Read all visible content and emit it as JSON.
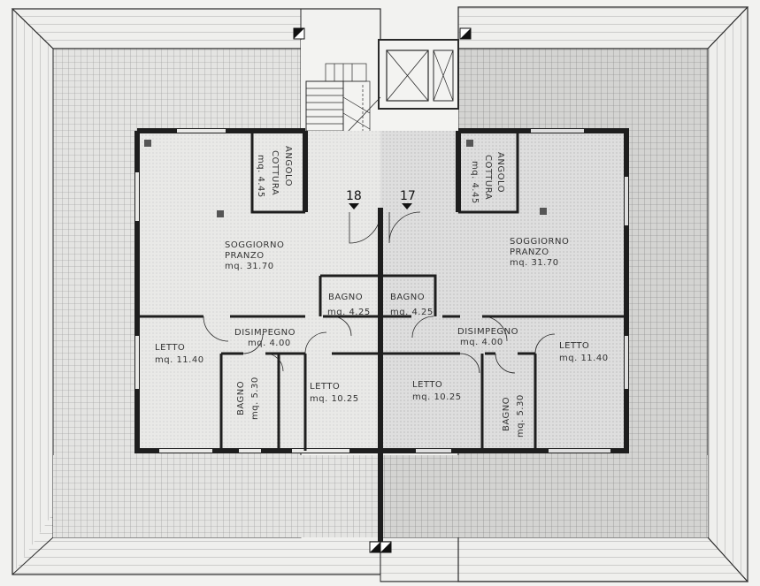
{
  "apartments": [
    {
      "number": "18"
    },
    {
      "number": "17"
    }
  ],
  "rooms": {
    "left": {
      "kitchen": {
        "name_line1": "ANGOLO",
        "name_line2": "COTTURA",
        "area": "mq. 4.45"
      },
      "living": {
        "name_line1": "SOGGIORNO",
        "name_line2": "PRANZO",
        "area": "mq. 31.70"
      },
      "bath1": {
        "name": "BAGNO",
        "area": "mq. 4.25"
      },
      "hall": {
        "name": "DISIMPEGNO",
        "area": "mq. 4.00"
      },
      "bed1": {
        "name": "LETTO",
        "area": "mq. 11.40"
      },
      "bath2": {
        "name": "BAGNO",
        "area": "mq. 5.30"
      },
      "bed2": {
        "name": "LETTO",
        "area": "mq. 10.25"
      }
    },
    "right": {
      "kitchen": {
        "name_line1": "ANGOLO",
        "name_line2": "COTTURA",
        "area": "mq. 4.45"
      },
      "living": {
        "name_line1": "SOGGIORNO",
        "name_line2": "PRANZO",
        "area": "mq. 31.70"
      },
      "bath1": {
        "name": "BAGNO",
        "area": "mq. 4.25"
      },
      "hall": {
        "name": "DISIMPEGNO",
        "area": "mq. 4.00"
      },
      "bed1": {
        "name": "LETTO",
        "area": "mq. 11.40"
      },
      "bath2": {
        "name": "BAGNO",
        "area": "mq. 5.30"
      },
      "bed2": {
        "name": "LETTO",
        "area": "mq. 10.25"
      }
    }
  },
  "colors": {
    "paper": "#f2f2f0",
    "line": "#2a2a2a",
    "grid": "#9a9a9a",
    "shade": "#dcdcda",
    "terrace": "#e8e8e6"
  }
}
